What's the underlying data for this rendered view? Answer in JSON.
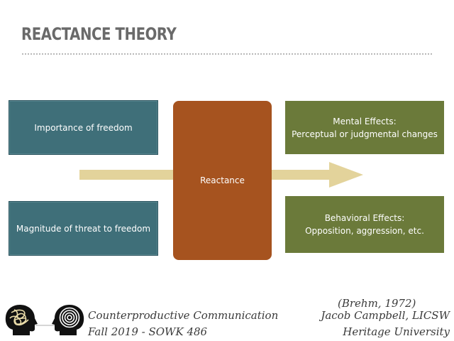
{
  "slide": {
    "title": "REACTANCE THEORY"
  },
  "diagram": {
    "inputs": [
      {
        "label": "Importance of freedom"
      },
      {
        "label": "Magnitude of threat to freedom"
      }
    ],
    "center": {
      "label": "Reactance"
    },
    "outputs": [
      {
        "title": "Mental Effects:",
        "detail": "Perceptual or judgmental changes"
      },
      {
        "title": "Behavioral Effects:",
        "detail": "Opposition, aggression, etc."
      }
    ],
    "citation": "(Brehm, 1972)"
  },
  "footer": {
    "course_title": "Counterproductive Communication",
    "course_term": "Fall 2019 - SOWK 486",
    "author": "Jacob Campbell, LICSW",
    "institution": "Heritage University"
  },
  "colors": {
    "teal_box": "#3f6f79",
    "olive_box": "#6b7a3a",
    "rust_box": "#a6531f",
    "arrow": "#e3d39b"
  },
  "icons": [
    "tangled-head-icon",
    "spiral-head-icon"
  ]
}
